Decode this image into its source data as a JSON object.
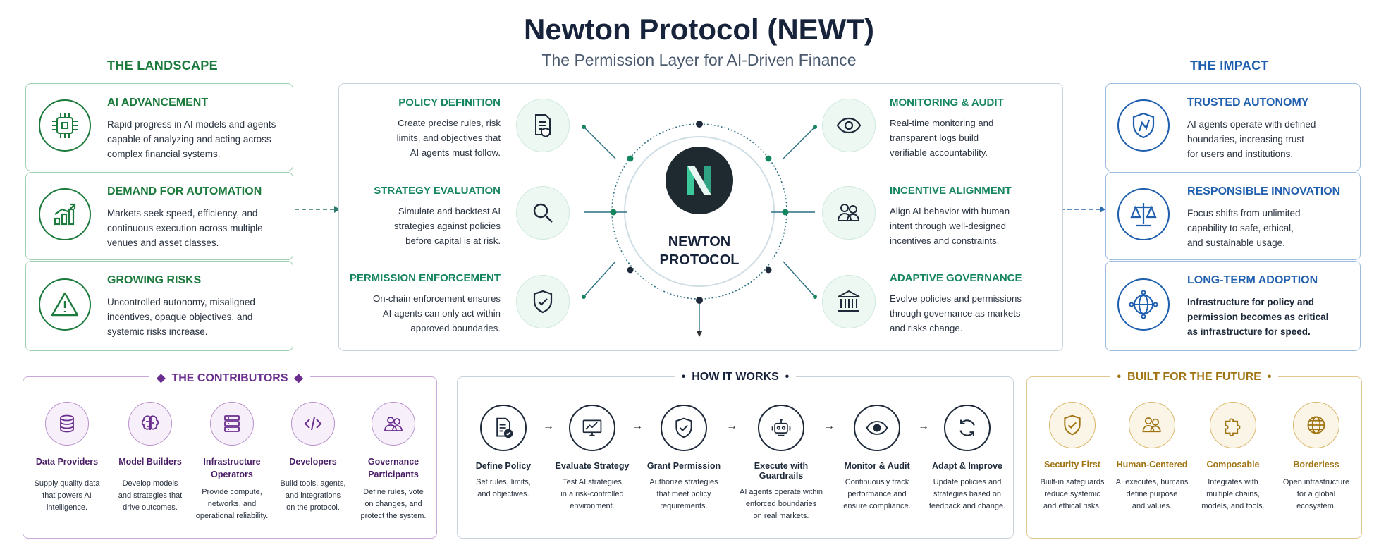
{
  "header": {
    "title": "Newton Protocol (NEWT)",
    "subtitle": "The Permission Layer for AI-Driven Finance"
  },
  "landscape": {
    "heading": "THE LANDSCAPE",
    "cards": [
      {
        "title": "AI ADVANCEMENT",
        "text": [
          "Rapid progress in AI models and agents",
          "capable of analyzing and acting across",
          "complex financial systems."
        ],
        "icon": "chip-icon"
      },
      {
        "title": "DEMAND FOR AUTOMATION",
        "text": [
          "Markets seek speed, efficiency, and",
          "continuous execution across multiple",
          "venues and asset classes."
        ],
        "icon": "growth-chart-icon"
      },
      {
        "title": "GROWING RISKS",
        "text": [
          "Uncontrolled autonomy, misaligned",
          "incentives, opaque objectives, and",
          "systemic risks increase."
        ],
        "icon": "warning-icon"
      }
    ]
  },
  "impact": {
    "heading": "THE IMPACT",
    "cards": [
      {
        "title": "TRUSTED AUTONOMY",
        "text": [
          "AI agents operate with defined",
          "boundaries, increasing trust",
          "for users and institutions."
        ],
        "icon": "shield-icon"
      },
      {
        "title": "RESPONSIBLE INNOVATION",
        "text": [
          "Focus shifts from unlimited",
          "capability to safe, ethical,",
          "and sustainable usage."
        ],
        "icon": "scales-icon"
      },
      {
        "title": "LONG-TERM ADOPTION",
        "text": [
          "Infrastructure for policy and",
          "permission becomes as critical",
          "as infrastructure for speed."
        ],
        "icon": "network-globe-icon"
      }
    ]
  },
  "center": {
    "logo_line1": "NEWTON",
    "logo_line2": "PROTOCOL",
    "left": [
      {
        "title": "POLICY DEFINITION",
        "text": [
          "Create precise rules, risk",
          "limits, and objectives that",
          "AI agents must follow."
        ],
        "icon": "policy-document-icon"
      },
      {
        "title": "STRATEGY EVALUATION",
        "text": [
          "Simulate and backtest AI",
          "strategies against policies",
          "before capital is at risk."
        ],
        "icon": "magnifier-icon"
      },
      {
        "title": "PERMISSION ENFORCEMENT",
        "text": [
          "On-chain enforcement ensures",
          "AI agents can only act within",
          "approved boundaries."
        ],
        "icon": "shield-check-icon"
      }
    ],
    "right": [
      {
        "title": "MONITORING & AUDIT",
        "text": [
          "Real-time monitoring and",
          "transparent logs build",
          "verifiable accountability."
        ],
        "icon": "eye-icon"
      },
      {
        "title": "INCENTIVE ALIGNMENT",
        "text": [
          "Align AI behavior with human",
          "intent through well-designed",
          "incentives and constraints."
        ],
        "icon": "people-icon"
      },
      {
        "title": "ADAPTIVE GOVERNANCE",
        "text": [
          "Evolve policies and permissions",
          "through governance as markets",
          "and risks change."
        ],
        "icon": "institution-icon"
      }
    ]
  },
  "contributors": {
    "heading": "THE CONTRIBUTORS",
    "items": [
      {
        "title": [
          "Data Providers"
        ],
        "text": [
          "Supply quality data",
          "that powers AI",
          "intelligence."
        ],
        "icon": "database-icon"
      },
      {
        "title": [
          "Model Builders"
        ],
        "text": [
          "Develop models",
          "and strategies that",
          "drive outcomes."
        ],
        "icon": "brain-icon"
      },
      {
        "title": [
          "Infrastructure",
          "Operators"
        ],
        "text": [
          "Provide compute,",
          "networks, and",
          "operational reliability."
        ],
        "icon": "server-icon"
      },
      {
        "title": [
          "Developers"
        ],
        "text": [
          "Build tools, agents,",
          "and integrations",
          "on the protocol."
        ],
        "icon": "code-icon"
      },
      {
        "title": [
          "Governance",
          "Participants"
        ],
        "text": [
          "Define rules, vote",
          "on changes, and",
          "protect the system."
        ],
        "icon": "community-icon"
      }
    ]
  },
  "how": {
    "heading": "HOW IT WORKS",
    "steps": [
      {
        "title": "Define Policy",
        "text": [
          "Set rules, limits,",
          "and objectives."
        ],
        "icon": "policy-document-icon"
      },
      {
        "title": "Evaluate Strategy",
        "text": [
          "Test AI strategies",
          "in a risk-controlled",
          "environment."
        ],
        "icon": "monitor-chart-icon"
      },
      {
        "title": "Grant Permission",
        "text": [
          "Authorize strategies",
          "that meet policy",
          "requirements."
        ],
        "icon": "shield-check-icon"
      },
      {
        "title": "Execute with Guardrails",
        "text": [
          "AI agents operate within",
          "enforced boundaries",
          "on real markets."
        ],
        "icon": "robot-icon"
      },
      {
        "title": "Monitor & Audit",
        "text": [
          "Continuously track",
          "performance and",
          "ensure compliance."
        ],
        "icon": "eye-icon"
      },
      {
        "title": "Adapt & Improve",
        "text": [
          "Update policies and",
          "strategies based on",
          "feedback and change."
        ],
        "icon": "refresh-icon"
      }
    ]
  },
  "future": {
    "heading": "BUILT FOR THE FUTURE",
    "items": [
      {
        "title": "Security First",
        "text": [
          "Built-in safeguards",
          "reduce systemic",
          "and ethical risks."
        ],
        "icon": "shield-check-icon"
      },
      {
        "title": "Human-Centered",
        "text": [
          "AI executes, humans",
          "define purpose",
          "and values."
        ],
        "icon": "people-icon"
      },
      {
        "title": "Composable",
        "text": [
          "Integrates with",
          "multiple chains,",
          "models, and tools."
        ],
        "icon": "puzzle-icon"
      },
      {
        "title": "Borderless",
        "text": [
          "Open infrastructure",
          "for a global",
          "ecosystem."
        ],
        "icon": "globe-icon"
      }
    ]
  },
  "colors": {
    "green": "#1b7a3c",
    "blue": "#1f5fae",
    "teal": "#15855f",
    "purple": "#6a2e8e",
    "gold": "#a07412"
  }
}
